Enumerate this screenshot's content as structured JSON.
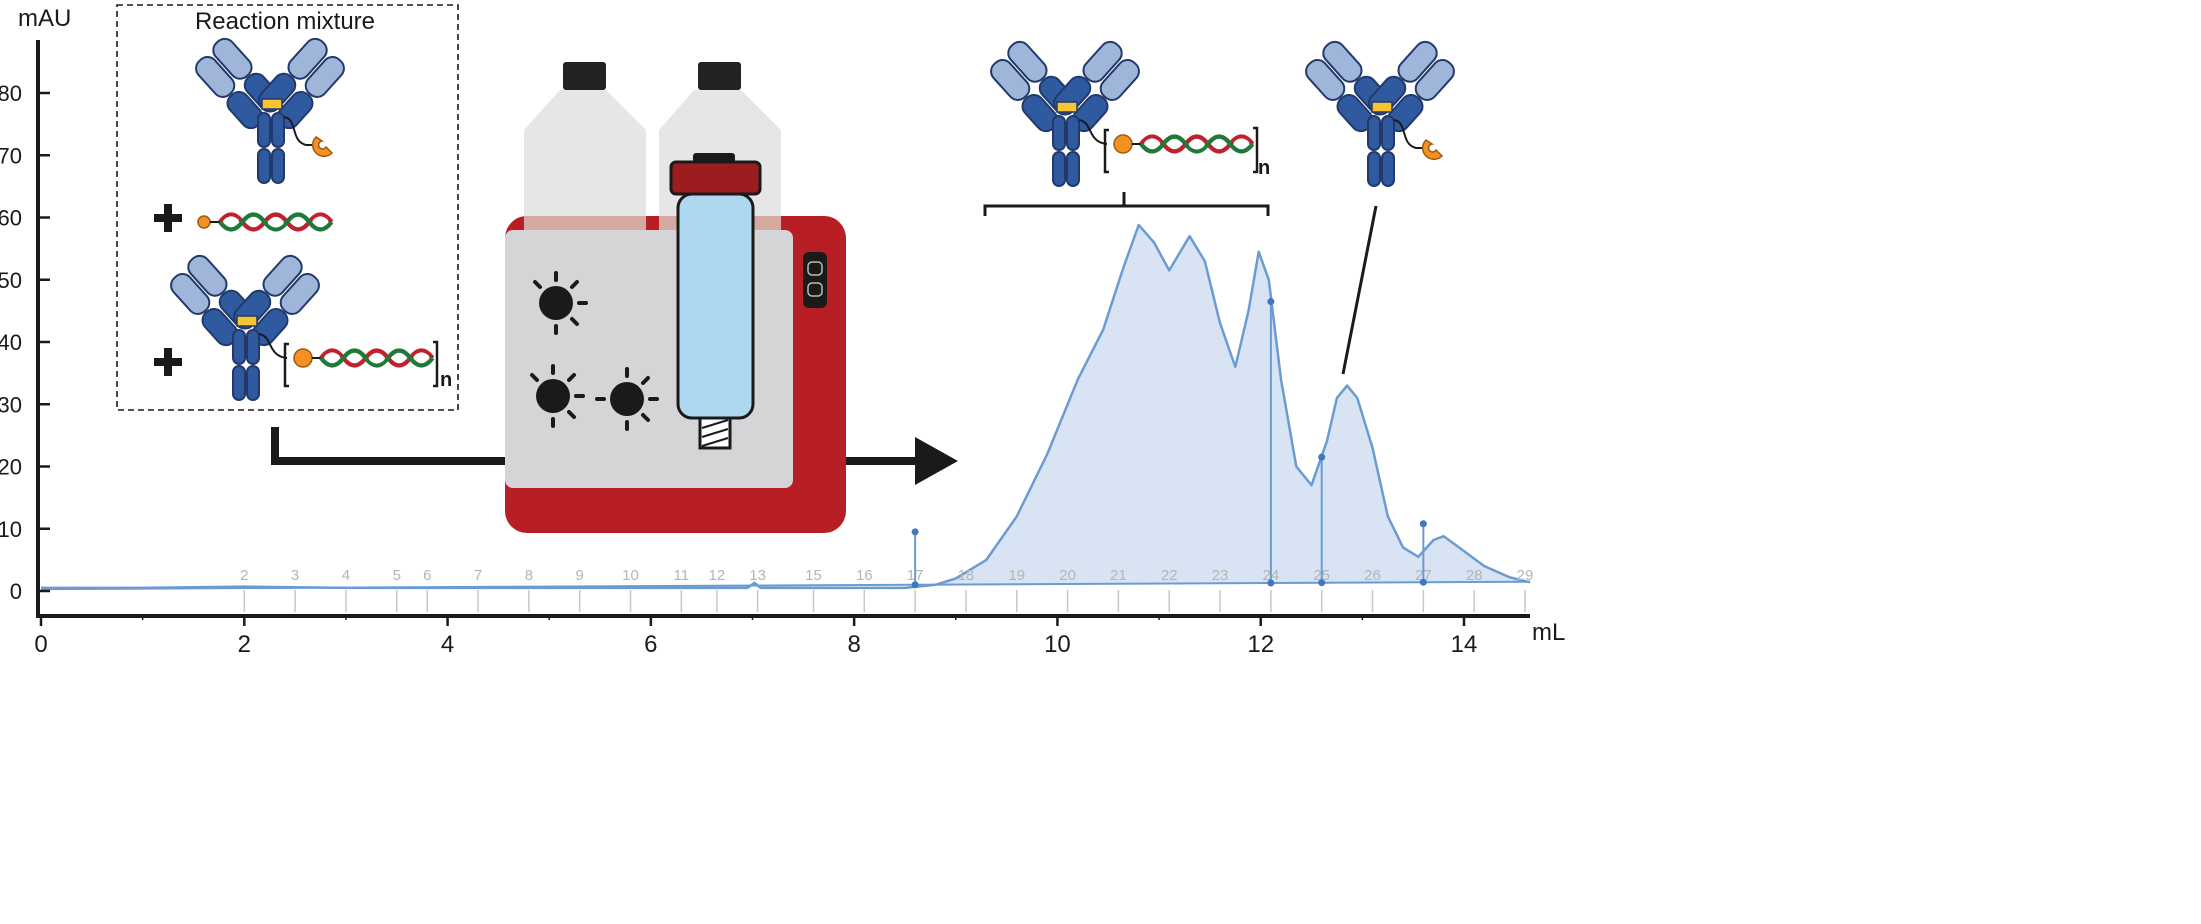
{
  "chart_data": {
    "type": "area",
    "ylabel": "mAU",
    "xlabel": "mL",
    "xlim": [
      0,
      14.65
    ],
    "ylim": [
      0,
      90
    ],
    "x_ticks": [
      0,
      2,
      4,
      6,
      8,
      10,
      12,
      14
    ],
    "y_ticks": [
      0,
      10,
      20,
      30,
      40,
      50,
      60,
      70,
      80
    ],
    "grid": false,
    "series": [
      {
        "points": [
          [
            0,
            0.5
          ],
          [
            1.0,
            0.5
          ],
          [
            2.0,
            0.7
          ],
          [
            3.0,
            0.5
          ],
          [
            4.0,
            0.5
          ],
          [
            5.0,
            0.5
          ],
          [
            6.0,
            0.5
          ],
          [
            6.95,
            0.5
          ],
          [
            7.02,
            1.3
          ],
          [
            7.08,
            0.5
          ],
          [
            8.0,
            0.5
          ],
          [
            8.5,
            0.5
          ],
          [
            8.8,
            1.0
          ],
          [
            9.0,
            2.0
          ],
          [
            9.3,
            5.0
          ],
          [
            9.6,
            12.0
          ],
          [
            9.9,
            22.0
          ],
          [
            10.2,
            34.0
          ],
          [
            10.45,
            42.0
          ],
          [
            10.65,
            52.0
          ],
          [
            10.8,
            58.8
          ],
          [
            10.95,
            56.0
          ],
          [
            11.1,
            51.5
          ],
          [
            11.3,
            57.0
          ],
          [
            11.45,
            53.0
          ],
          [
            11.6,
            43.0
          ],
          [
            11.75,
            36.0
          ],
          [
            11.88,
            45.0
          ],
          [
            11.98,
            54.5
          ],
          [
            12.08,
            50.0
          ],
          [
            12.2,
            34.0
          ],
          [
            12.35,
            20.0
          ],
          [
            12.5,
            17.0
          ],
          [
            12.65,
            24.0
          ],
          [
            12.75,
            31.0
          ],
          [
            12.85,
            33.0
          ],
          [
            12.95,
            31.0
          ],
          [
            13.1,
            23.0
          ],
          [
            13.25,
            12.0
          ],
          [
            13.4,
            7.0
          ],
          [
            13.55,
            5.5
          ],
          [
            13.7,
            8.2
          ],
          [
            13.8,
            8.8
          ],
          [
            13.95,
            7.0
          ],
          [
            14.2,
            4.0
          ],
          [
            14.45,
            2.2
          ],
          [
            14.65,
            1.4
          ]
        ]
      }
    ],
    "baseline": [
      [
        0,
        0.3
      ],
      [
        14.65,
        1.5
      ]
    ],
    "fraction_axis": {
      "labels": [
        "2",
        "3",
        "4",
        "5",
        "6",
        "7",
        "8",
        "9",
        "10",
        "11",
        "12",
        "13",
        "15",
        "16",
        "17",
        "18",
        "19",
        "20",
        "21",
        "22",
        "23",
        "24",
        "25",
        "26",
        "27",
        "28",
        "29"
      ],
      "positions_ml": [
        2.0,
        2.5,
        3.0,
        3.5,
        3.8,
        4.3,
        4.8,
        5.3,
        5.8,
        6.3,
        6.65,
        7.05,
        7.6,
        8.1,
        8.6,
        9.1,
        9.6,
        10.1,
        10.6,
        11.1,
        11.6,
        12.1,
        12.6,
        13.1,
        13.6,
        14.1,
        14.6
      ]
    },
    "markers": [
      {
        "x": 8.6,
        "y": 9.5
      },
      {
        "x": 12.1,
        "y": 46.5
      },
      {
        "x": 12.6,
        "y": 21.5
      },
      {
        "x": 13.6,
        "y": 10.8
      }
    ]
  },
  "illustration": {
    "inset_title": "Reaction mixture",
    "repeat_label": "n",
    "colors": {
      "trace": "#6c9bd2",
      "fill": "#d8e4f3",
      "antibody_dark": "#2f5aa0",
      "antibody_light": "#9fb5d9",
      "hinge": "#f6c531",
      "linker_orange": "#f39223",
      "dna_red": "#c0222d",
      "dna_green": "#1f7a3a",
      "instrument_red": "#b71f25",
      "column_blue": "#add8ef"
    }
  }
}
